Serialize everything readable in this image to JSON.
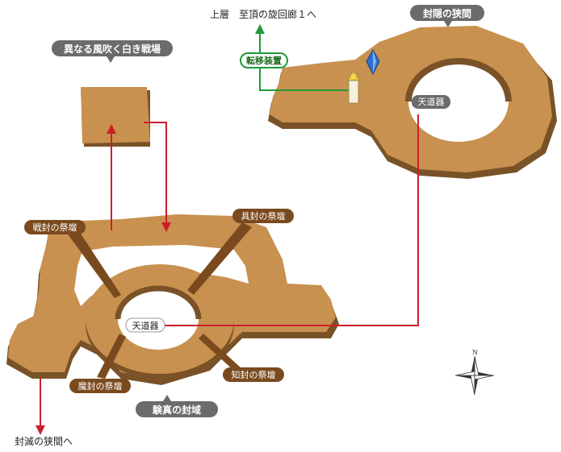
{
  "areas": {
    "top_left": "異なる風吹く白き戦場",
    "top_right": "封隠の狭間",
    "bottom_center": "験真の封域"
  },
  "labels": {
    "upper_exit": "上層　至頂の旋回廊１へ",
    "bottom_exit": "封滅の狭間へ",
    "warp": "転移装置",
    "tendouki_top": "天道器",
    "tendouki_center": "天道器"
  },
  "altars": {
    "war": "戦封の祭壇",
    "tool": "具封の祭壇",
    "magic": "魔封の祭壇",
    "wisdom": "知封の祭壇"
  },
  "compass": {
    "north": "N"
  },
  "colors": {
    "floor": "#c8914f",
    "floor_side": "#7a5228",
    "route_red": "#cc1f2a",
    "route_green": "#1e9a3a",
    "altar_label": "#7a4a1e",
    "area_label": "#6b6b6b"
  }
}
